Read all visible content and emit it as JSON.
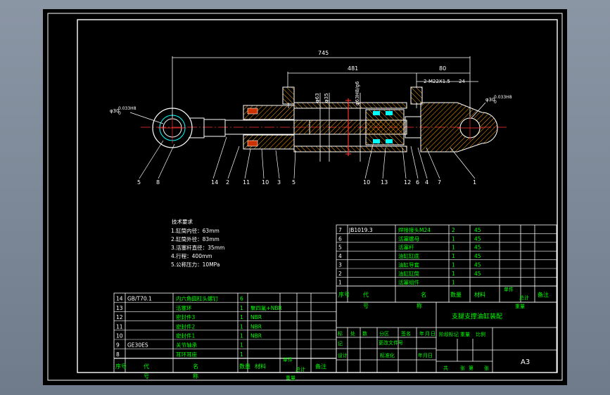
{
  "drawing": {
    "title_block": {
      "drawing_name": "支腿支撑油缸装配",
      "sheet_size": "A3",
      "left_header": [
        "标",
        "记",
        "处",
        "数",
        "分区",
        "更改文件号",
        "签名",
        "年",
        "月",
        "日"
      ],
      "design_row": [
        "设计",
        "标准化",
        "年月日"
      ],
      "stage_labels": [
        "阶段标记",
        "重量",
        "比例"
      ],
      "sheet_row": [
        "共",
        "张",
        "第",
        "张"
      ]
    },
    "tech_requirements": {
      "heading": "技术要求",
      "lines": [
        "1.缸筒内径：63mm",
        "2.缸筒外径：83mm",
        "3.活塞杆直径：35mm",
        "4.行程：400mm",
        "5.公称压力：10MPa"
      ]
    },
    "dimensions": {
      "overall": "745",
      "cylinder": "481",
      "rear": "80",
      "port": "2-M22X1.5",
      "port_extra": "24",
      "pin_left": "φ30",
      "pin_left_tol": "0.033H8",
      "pin_left_tol_lower": "0",
      "pin_right": "φ30",
      "pin_right_tol": "0.033H8",
      "pin_right_tol_lower": "0",
      "dia1": "φ63",
      "dia2": "φ35",
      "dia3": "φ63H8/g6"
    },
    "balloons_bottom": [
      "5",
      "8",
      "14",
      "2",
      "11",
      "10",
      "3",
      "5",
      "10",
      "13",
      "12",
      "6",
      "4",
      "7",
      "1"
    ],
    "bom_right": {
      "rows": [
        {
          "no": "7",
          "code": "JB1019.3",
          "name": "焊接接头M24",
          "qty": "2",
          "material": "45"
        },
        {
          "no": "6",
          "code": "",
          "name": "活塞螺母",
          "qty": "1",
          "material": "45"
        },
        {
          "no": "5",
          "code": "",
          "name": "活塞杆",
          "qty": "1",
          "material": "45"
        },
        {
          "no": "4",
          "code": "",
          "name": "油缸缸底",
          "qty": "1",
          "material": "45"
        },
        {
          "no": "3",
          "code": "",
          "name": "油缸导套",
          "qty": "1",
          "material": "45"
        },
        {
          "no": "2",
          "code": "",
          "name": "油缸缸筒",
          "qty": "1",
          "material": "45"
        },
        {
          "no": "1",
          "code": "",
          "name": "活塞组件",
          "qty": "1",
          "material": ""
        }
      ],
      "header": [
        "序号",
        "代",
        "名",
        "数量",
        "材料",
        "单件",
        "总计",
        "备注",
        "号",
        "称",
        "重量"
      ]
    },
    "bom_left": {
      "rows": [
        {
          "no": "14",
          "code": "GB/T70.1",
          "name": "内六角圆柱头螺钉",
          "qty": "6",
          "material": ""
        },
        {
          "no": "13",
          "code": "",
          "name": "活塞环",
          "qty": "1",
          "material": "聚四氟+NBR"
        },
        {
          "no": "12",
          "code": "",
          "name": "密封件3",
          "qty": "1",
          "material": "NBR"
        },
        {
          "no": "11",
          "code": "",
          "name": "密封件2",
          "qty": "1",
          "material": "NBR"
        },
        {
          "no": "10",
          "code": "",
          "name": "密封件1",
          "qty": "1",
          "material": "NBR"
        },
        {
          "no": "9",
          "code": "GE30ES",
          "name": "关节轴承",
          "qty": "1",
          "material": ""
        },
        {
          "no": "8",
          "code": "",
          "name": "耳环耳座",
          "qty": "1",
          "material": ""
        }
      ],
      "header": [
        "序号",
        "代",
        "名",
        "数量",
        "材料",
        "单件",
        "总计",
        "备注",
        "号",
        "称",
        "重量"
      ]
    },
    "colors": {
      "background": "#000000",
      "frame": "#ffffff",
      "table": "#ffffff",
      "table_text": "#00ff00",
      "geometry": "#ffffff",
      "centerline": "#ff3333",
      "hatch": "#ff9900",
      "section": "#00ffff",
      "dimension": "#ffffff"
    }
  }
}
